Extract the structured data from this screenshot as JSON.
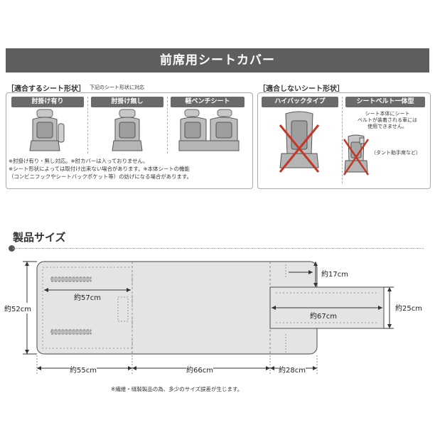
{
  "header": {
    "title": "前席用シートカバー"
  },
  "compatible": {
    "heading": "［適合するシート形状］",
    "subnote": "下記のシート形状に対応",
    "tags": [
      "肘掛け有り",
      "肘掛け無し",
      "軽ベンチシート"
    ],
    "notes": [
      "※肘掛け有り・無し対応。※肘カバーは入っておりません。",
      "※シート形状によっては取付け出来ない場合があります。※本体シートの機能",
      "（コンビニフックやシートバックポケット等）の妨げになる場合があります。"
    ]
  },
  "incompatible": {
    "heading": "［適合しないシート形状］",
    "tags": [
      "ハイバックタイプ",
      "シートベルト一体型"
    ],
    "belt_note": [
      "シート本体にシート",
      "ベルトが装着される車には",
      "使用できません。"
    ],
    "belt_example": "（タント助手席など）"
  },
  "size_section": {
    "heading": "製品サイズ",
    "dims": {
      "height": "約52cm",
      "inner_width": "約57cm",
      "flap_height": "約17cm",
      "tab_width": "約67cm",
      "tab_height": "約25cm",
      "bottom_left": "約55cm",
      "bottom_mid": "約66cm",
      "bottom_right": "約28cm"
    },
    "note": "※繊維・縫製製品の為、多少のサイズ誤差が生じます。"
  },
  "colors": {
    "banner": "#5e5e5e",
    "tag": "#6a6a6a",
    "cover": "#e4e4e4",
    "cross": "#c0392b"
  }
}
